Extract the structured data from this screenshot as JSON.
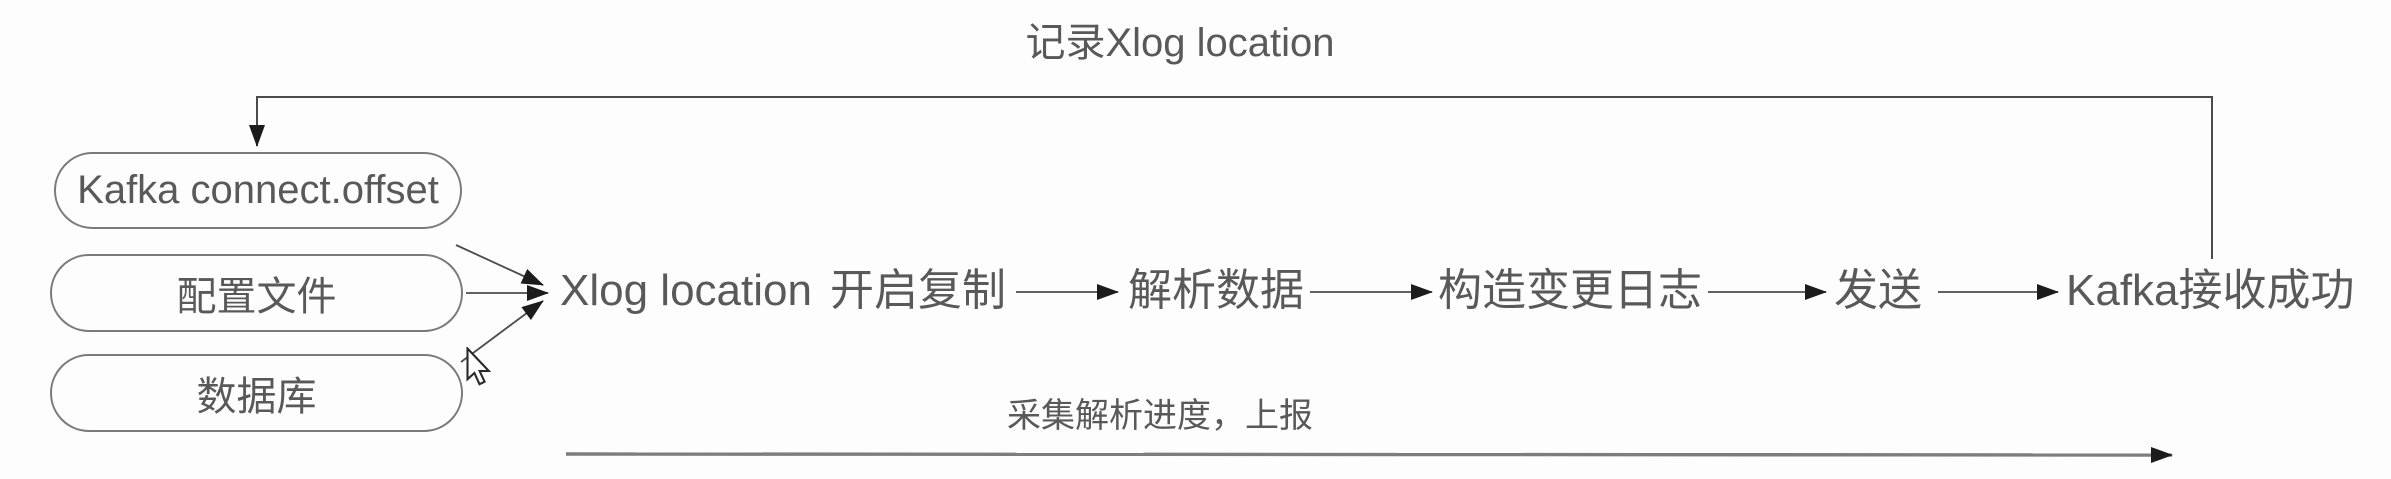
{
  "diagram": {
    "feedback_label": "记录Xlog location",
    "sources": [
      {
        "label": "Kafka connect.offset"
      },
      {
        "label": "配置文件"
      },
      {
        "label": "数据库"
      }
    ],
    "flow": {
      "entry_label": "Xlog location",
      "entry_action": "开启复制",
      "steps": [
        "解析数据",
        "构造变更日志",
        "发送",
        "Kafka接收成功"
      ]
    },
    "progress_label": "采集解析进度，上报",
    "colors": {
      "background": "#fdfdfd",
      "text": "#595959",
      "connector": "#4b4b4b",
      "oval_border": "#7a7a7a",
      "arrowhead": "#1c1c1c",
      "progress_line": "#7d7d7d"
    }
  }
}
